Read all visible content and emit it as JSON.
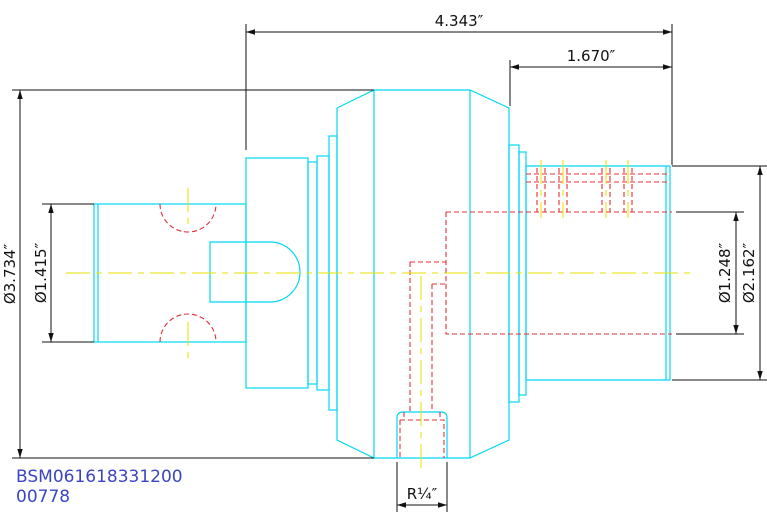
{
  "dimensions": {
    "overall_length": "4.343″",
    "shank_length": "1.670″",
    "body_diameter": "Ø3.734″",
    "pilot_diameter": "Ø1.415″",
    "bore_diameter": "Ø1.248″",
    "shank_diameter": "Ø2.162″",
    "radius": "R¼″"
  },
  "labels": {
    "part_number": "BSM061618331200",
    "part_suffix": "00778"
  },
  "colors": {
    "outline": "#00d8f0",
    "hidden": "#e0303a",
    "centerline": "#e8e000",
    "dimension": "#111111",
    "label": "#3b45c4"
  }
}
